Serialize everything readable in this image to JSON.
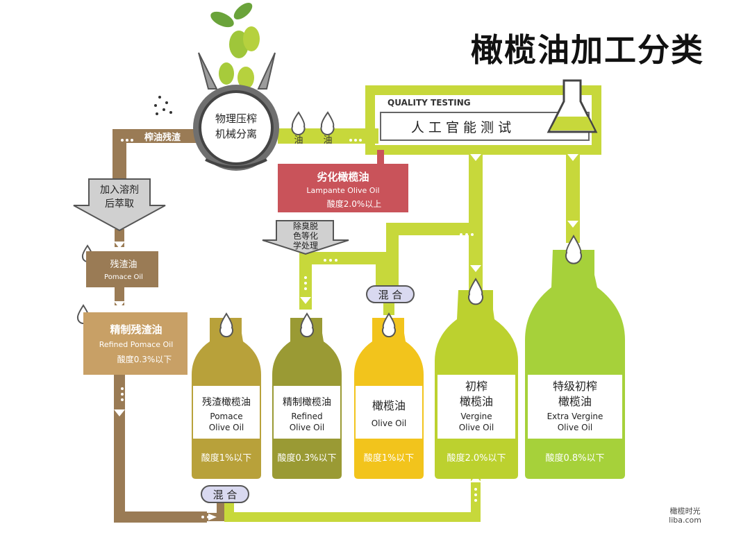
{
  "title": "橄榄油加工分类",
  "press": {
    "line1": "物理压榨",
    "line2": "机械分离"
  },
  "residue_label": "榨油残渣",
  "oil_labels": [
    "油",
    "油"
  ],
  "quality": {
    "header": "QUALITY TESTING",
    "body": "人 工 官 能 测 试"
  },
  "lampante": {
    "name": "劣化橄榄油",
    "en": "Lampante Olive Oil",
    "acid": "酸度2.0%以上"
  },
  "chem_process": {
    "line1": "除臭脱",
    "line2": "色等化",
    "line3": "学处理"
  },
  "solvent": {
    "line1": "加入溶剂",
    "line2": "后萃取"
  },
  "pomace": {
    "name": "残渣油",
    "en": "Pomace Oil"
  },
  "refined_pomace": {
    "name": "精制残渣油",
    "en": "Refined Pomace Oil",
    "acid": "酸度0.3%以下"
  },
  "mix_label": "混 合",
  "mix_label_bottom": "混 合",
  "bottles": [
    {
      "name": "残渣橄榄油",
      "en1": "Pomace",
      "en2": "Olive Oil",
      "acid": "酸度1%以下",
      "color": "#b8a13a"
    },
    {
      "name": "精制橄榄油",
      "en1": "Refined",
      "en2": "Olive Oil",
      "acid": "酸度0.3%以下",
      "color": "#9a9a34"
    },
    {
      "name": "橄榄油",
      "en1": "Olive Oil",
      "en2": "",
      "acid": "酸度1%以下",
      "color": "#f2c41c"
    },
    {
      "name1": "初榨",
      "name": "橄榄油",
      "en1": "Vergine",
      "en2": "Olive Oil",
      "acid": "酸度2.0%以下",
      "color": "#bcd12f"
    },
    {
      "name1": "特级初榨",
      "name": "橄榄油",
      "en1": "Extra Vergine",
      "en2": "Olive Oil",
      "acid": "酸度0.8%以下",
      "color": "#a6d13a"
    }
  ],
  "watermark": {
    "line1": "橄榄时光",
    "line2": "liba.com"
  },
  "colors": {
    "brown_pipe": "#9a7b55",
    "green_pipe": "#c7d83b",
    "lampante": "#c9535a",
    "grey_box": "#c9c9c9"
  }
}
